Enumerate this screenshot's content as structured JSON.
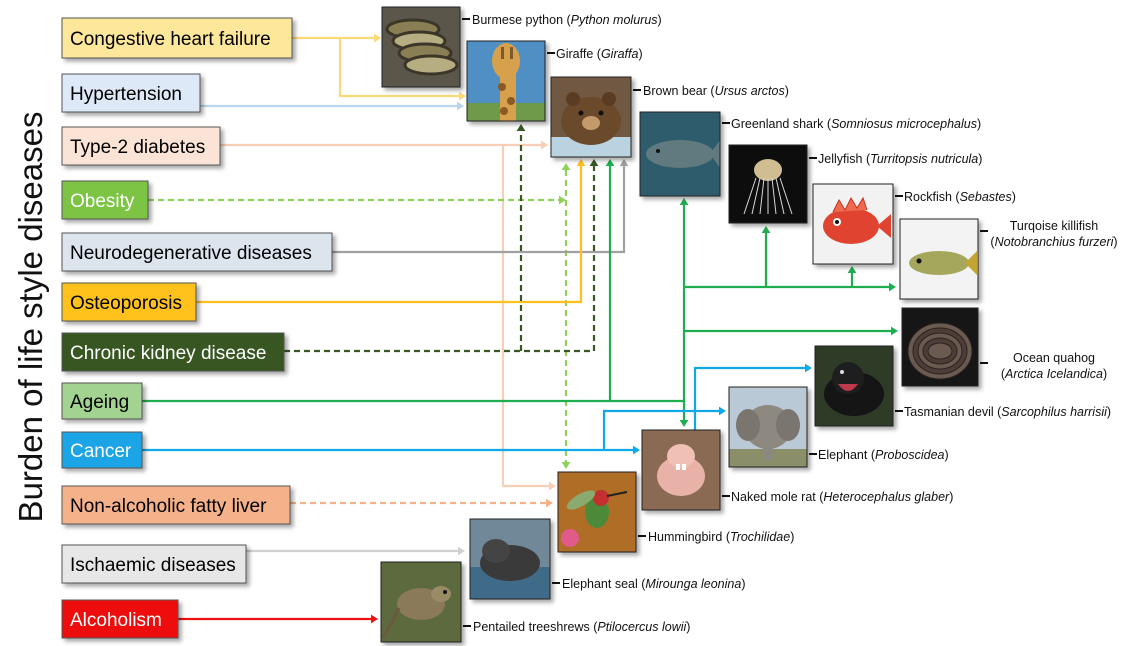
{
  "vertical_title": "Burden of life style diseases",
  "diseases": [
    {
      "id": "chf",
      "label": "Congestive heart failure",
      "fill": "#fce79a",
      "text_color": "#000000",
      "line_color": "#fad97a"
    },
    {
      "id": "hyp",
      "label": "Hypertension",
      "fill": "#dde9f7",
      "text_color": "#000000",
      "line_color": "#b9d4ef"
    },
    {
      "id": "t2d",
      "label": "Type-2 diabetes",
      "fill": "#fbe4d6",
      "text_color": "#000000",
      "line_color": "#f7cfb6"
    },
    {
      "id": "obe",
      "label": "Obesity",
      "fill": "#7dc444",
      "text_color": "#ffffff",
      "line_color": "#8fd258"
    },
    {
      "id": "neu",
      "label": "Neurodegenerative diseases",
      "fill": "#dce4ee",
      "text_color": "#000000",
      "line_color": "#a0a0a0"
    },
    {
      "id": "ost",
      "label": "Osteoporosis",
      "fill": "#ffc21a",
      "text_color": "#000000",
      "line_color": "#ffbf1f"
    },
    {
      "id": "ckd",
      "label": "Chronic kidney disease",
      "fill": "#385723",
      "text_color": "#ffffff",
      "line_color": "#385723"
    },
    {
      "id": "age",
      "label": "Ageing",
      "fill": "#a3d391",
      "text_color": "#000000",
      "line_color": "#1fae4f"
    },
    {
      "id": "can",
      "label": "Cancer",
      "fill": "#1ba5e6",
      "text_color": "#ffffff",
      "line_color": "#10a9e8"
    },
    {
      "id": "nafl",
      "label": "Non-alcoholic fatty liver",
      "fill": "#f4b18a",
      "text_color": "#000000",
      "line_color": "#f4b18a"
    },
    {
      "id": "isc",
      "label": "Ischaemic diseases",
      "fill": "#e7e7e7",
      "text_color": "#000000",
      "line_color": "#d0d0d0"
    },
    {
      "id": "alc",
      "label": "Alcoholism",
      "fill": "#ee1111",
      "text_color": "#ffffff",
      "line_color": "#ee1111"
    }
  ],
  "animals": [
    {
      "id": "python",
      "common": "Burmese python",
      "sci": "Python molurus",
      "icon": "python-photo",
      "bg": "#5a5648"
    },
    {
      "id": "giraffe",
      "common": "Giraffe",
      "sci": "Giraffa",
      "icon": "giraffe-photo",
      "bg": "#4f8fc4"
    },
    {
      "id": "bear",
      "common": "Brown bear",
      "sci": "Ursus arctos",
      "icon": "bear-photo",
      "bg": "#6f5843"
    },
    {
      "id": "shark",
      "common": "Greenland shark",
      "sci": "Somniosus microcephalus",
      "icon": "shark-photo",
      "bg": "#2f5c6c"
    },
    {
      "id": "jellyfish",
      "common": "Jellyfish",
      "sci": "Turritopsis nutricula",
      "icon": "jellyfish-photo",
      "bg": "#111111"
    },
    {
      "id": "rockfish",
      "common": "Rockfish",
      "sci": "Sebastes",
      "icon": "rockfish-photo",
      "bg": "#f2f2f2"
    },
    {
      "id": "killifish",
      "common": "Turqoise killifish",
      "sci": "Notobranchius furzeri",
      "icon": "killifish-photo",
      "bg": "#f3f3f3"
    },
    {
      "id": "quahog",
      "common": "Ocean quahog",
      "sci": "Arctica Icelandica",
      "icon": "quahog-photo",
      "bg": "#141414"
    },
    {
      "id": "devil",
      "common": "Tasmanian devil",
      "sci": "Sarcophilus harrisii",
      "icon": "tasmanian-devil-photo",
      "bg": "#2f3a27"
    },
    {
      "id": "elephant",
      "common": "Elephant",
      "sci": "Proboscidea",
      "icon": "elephant-photo",
      "bg": "#b9c9d6"
    },
    {
      "id": "molerat",
      "common": "Naked mole rat",
      "sci": "Heterocephalus glaber",
      "icon": "mole-rat-photo",
      "bg": "#8a6b52"
    },
    {
      "id": "hummingbird",
      "common": "Hummingbird",
      "sci": "Trochilidae",
      "icon": "hummingbird-photo",
      "bg": "#b06d28"
    },
    {
      "id": "seal",
      "common": "Elephant seal",
      "sci": "Mirounga leonina",
      "icon": "elephant-seal-photo",
      "bg": "#6f8898"
    },
    {
      "id": "treeshrew",
      "common": "Pentailed treeshrews",
      "sci": "Ptilocercus lowii",
      "icon": "treeshrew-photo",
      "bg": "#5c6a3c"
    }
  ]
}
